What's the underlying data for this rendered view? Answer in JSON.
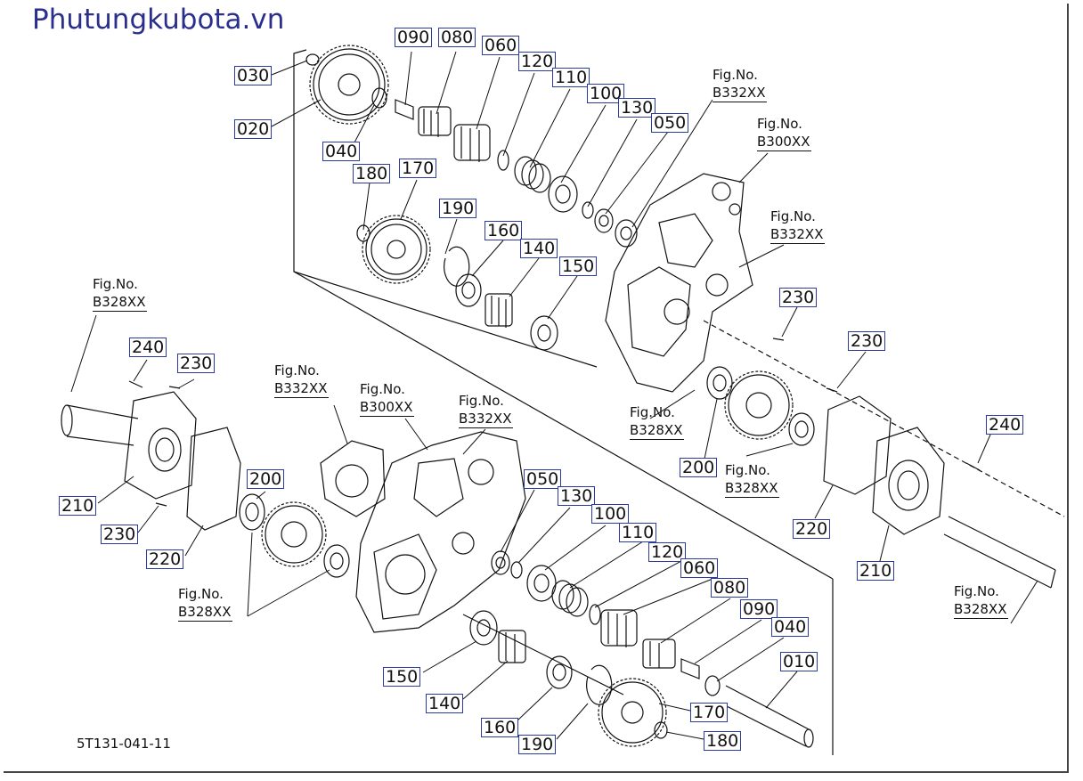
{
  "watermark": "Phutungkubota.vn",
  "drawing_code": "5T131-041-11",
  "callouts": {
    "c030": "030",
    "c020": "020",
    "c040": "040",
    "c090a": "090",
    "c080a": "080",
    "c060a": "060",
    "c120a": "120",
    "c110a": "110",
    "c100a": "100",
    "c130a": "130",
    "c050a": "050",
    "c180a": "180",
    "c170a": "170",
    "c190a": "190",
    "c160a": "160",
    "c140a": "140",
    "c150a": "150",
    "c230a": "230",
    "c230b": "230",
    "c240a": "240",
    "c230c": "230",
    "c210a": "210",
    "c230d": "230",
    "c220a": "220",
    "c200a": "200",
    "c200b": "200",
    "c220b": "220",
    "c210b": "210",
    "c240b": "240",
    "c050b": "050",
    "c130b": "130",
    "c100b": "100",
    "c110b": "110",
    "c120b": "120",
    "c060b": "060",
    "c080b": "080",
    "c090b": "090",
    "c040b": "040",
    "c010": "010",
    "c150b": "150",
    "c140b": "140",
    "c160b": "160",
    "c190b": "190",
    "c170b": "170",
    "c180b": "180"
  },
  "figrefs": {
    "f1": {
      "no": "Fig.No.",
      "code": "B332XX"
    },
    "f2": {
      "no": "Fig.No.",
      "code": "B300XX"
    },
    "f3": {
      "no": "Fig.No.",
      "code": "B332XX"
    },
    "f4": {
      "no": "Fig.No.",
      "code": "B328XX"
    },
    "f5": {
      "no": "Fig.No.",
      "code": "B332XX"
    },
    "f6": {
      "no": "Fig.No.",
      "code": "B300XX"
    },
    "f7": {
      "no": "Fig.No.",
      "code": "B332XX"
    },
    "f8": {
      "no": "Fig.No.",
      "code": "B328XX"
    },
    "f9": {
      "no": "Fig.No.",
      "code": "B328XX"
    },
    "f10": {
      "no": "Fig.No.",
      "code": "B328XX"
    },
    "f11": {
      "no": "Fig.No.",
      "code": "B328XX"
    }
  }
}
